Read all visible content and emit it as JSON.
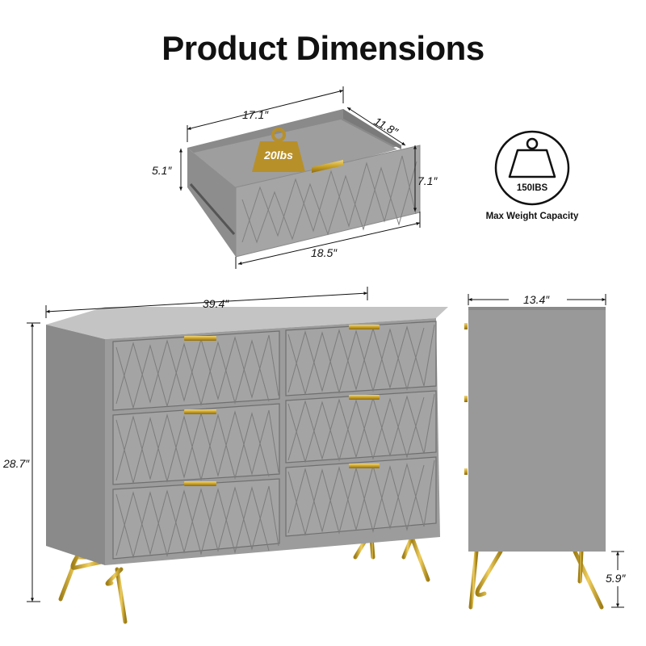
{
  "title": "Product Dimensions",
  "drawer": {
    "width": "17.1″",
    "depth": "11.8″",
    "inner_height": "5.1″",
    "front_height": "7.1″",
    "front_width": "18.5″",
    "load": "20lbs"
  },
  "capacity": {
    "weight": "150IBS",
    "label": "Max Weight Capacity"
  },
  "dresser": {
    "width": "39.4″",
    "height": "28.7″",
    "depth": "13.4″",
    "leg_height": "5.9″"
  },
  "colors": {
    "cabinet": "#9a9a9a",
    "cabinet_top": "#c2c2c2",
    "drawer_front": "#a2a2a2",
    "gold": "#c9a227",
    "weight_badge": "#b8902a"
  }
}
